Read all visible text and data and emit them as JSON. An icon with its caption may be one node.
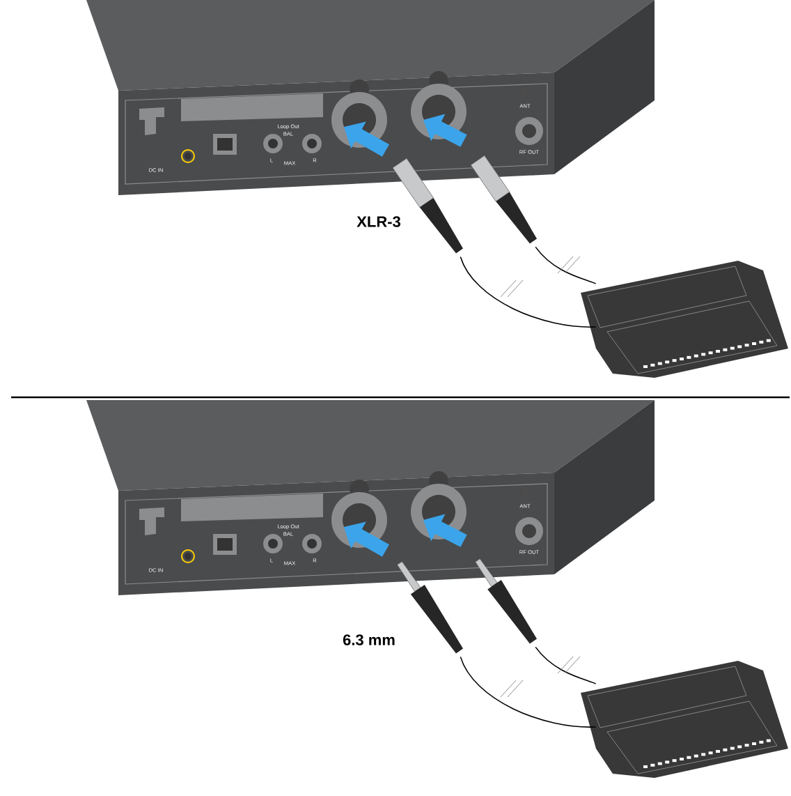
{
  "diagram": {
    "nodes": [
      {
        "text": [],
        "shape": "picture"
      },
      {
        "text": [],
        "shape": "picture"
      },
      {
        "text": [],
        "shape": "picture"
      },
      {
        "text": [],
        "shape": "picture"
      },
      {
        "text": [],
        "shape": "picture"
      },
      {
        "text": [],
        "shape": "picture"
      },
      {
        "text": [],
        "shape": "picture"
      },
      {
        "text": [],
        "shape": "picture"
      }
    ],
    "edges": [
      {
        "from": 1,
        "to": 3,
        "arrow": "none"
      },
      {
        "from": 2,
        "to": 3,
        "arrow": "none"
      },
      {
        "from": 5,
        "to": 7,
        "arrow": "none"
      },
      {
        "from": 6,
        "to": 7,
        "arrow": "none"
      }
    ],
    "labels": [
      "Loop Out",
      "BAL",
      "ANT",
      "L",
      "MAX",
      "R",
      "RF OUT",
      "DC IN",
      "XLR-3",
      "Loop Out",
      "BAL",
      "ANT",
      "L",
      "MAX",
      "R",
      "RF OUT",
      "DC IN",
      "6.3 mm"
    ]
  }
}
